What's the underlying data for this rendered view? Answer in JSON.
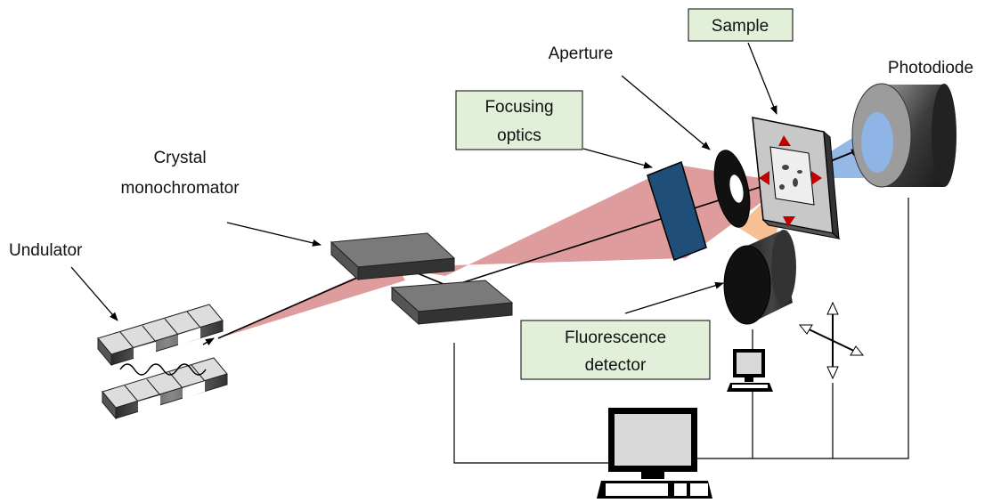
{
  "labels": {
    "undulator": "Undulator",
    "crystal_line1": "Crystal",
    "crystal_line2": "monochromator",
    "focusing_line1": "Focusing",
    "focusing_line2": "optics",
    "aperture": "Aperture",
    "sample": "Sample",
    "photodiode": "Photodiode",
    "fluorescence_line1": "Fluorescence",
    "fluorescence_line2": "detector"
  },
  "colors": {
    "beam": "#d98b8b",
    "fluorescence_cone": "#f6b98a",
    "transmitted_cone": "#8fb5e6",
    "label_box_fill": "#e2efd9",
    "optics_block": "#1f4e79",
    "crystal": "#555555"
  }
}
